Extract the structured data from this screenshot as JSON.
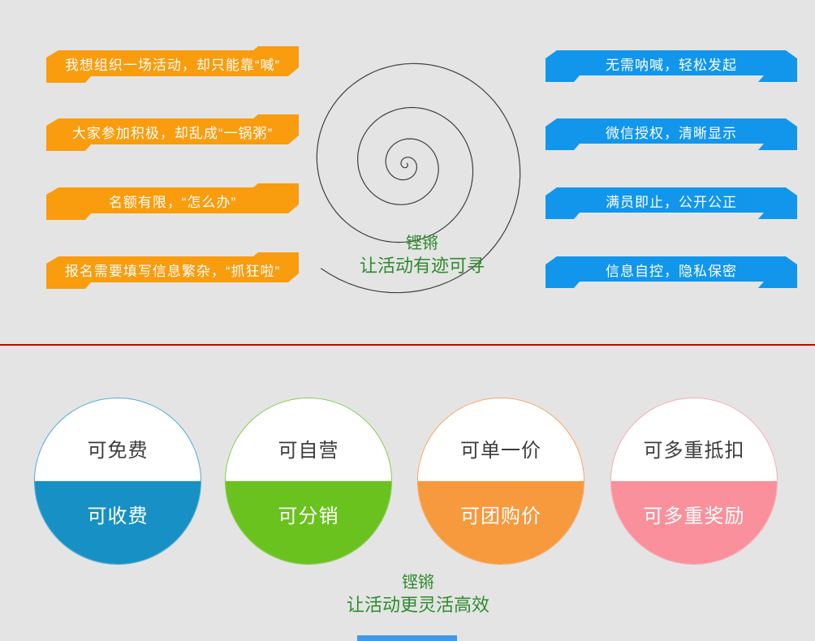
{
  "colors": {
    "background": "#E4E4E4",
    "pain_ribbon": "#F99C0D",
    "solution_ribbon": "#1196EC",
    "divider": "#CC0000",
    "brand_green": "#2F8A2F",
    "spiral_line": "#3F3F3F",
    "bottom_bar": "#3F98E9"
  },
  "pain_points": [
    "我想组织一场活动，却只能靠“喊”",
    "大家参加积极，却乱成“一锅粥”",
    "名额有限，“怎么办”",
    "报名需要填写信息繁杂，“抓狂啦”"
  ],
  "solutions": [
    "无需呐喊，轻松发起",
    "微信授权，清晰显示",
    "满员即止，公开公正",
    "信息自控，隐私保密"
  ],
  "spiral_caption": {
    "brand": "铿锵",
    "tagline": "让活动有迹可寻"
  },
  "features": [
    {
      "top": "可免费",
      "bottom": "可收费",
      "fill": "#1690C5",
      "ring": "#49A8D5"
    },
    {
      "top": "可自营",
      "bottom": "可分销",
      "fill": "#69C21E",
      "ring": "#85CC4A"
    },
    {
      "top": "可单一价",
      "bottom": "可团购价",
      "fill": "#F7993D",
      "ring": "#F8A55C"
    },
    {
      "top": "可多重抵扣",
      "bottom": "可多重奖励",
      "fill": "#F9909B",
      "ring": "#FAA8B0"
    }
  ],
  "footer_caption": {
    "brand": "铿锵",
    "tagline": "让活动更灵活高效"
  }
}
